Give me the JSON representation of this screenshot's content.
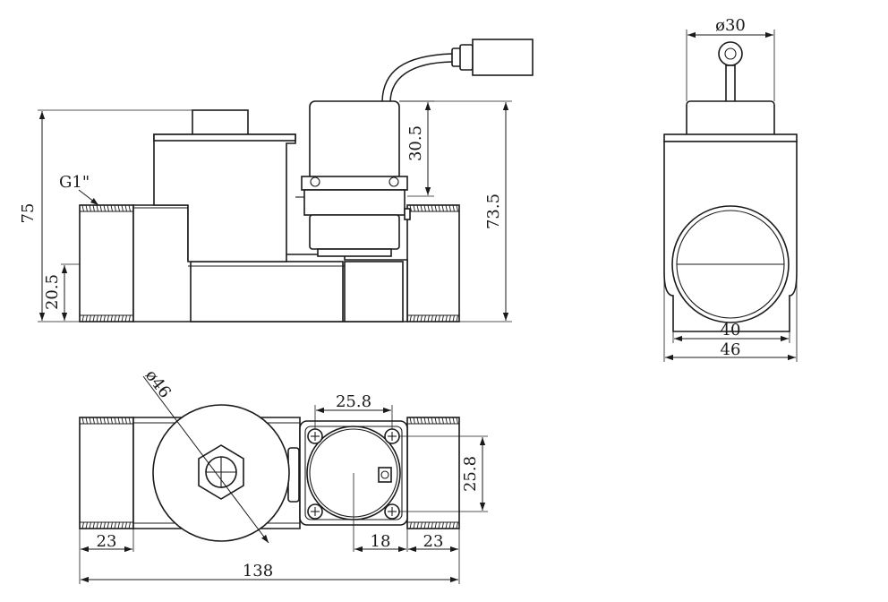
{
  "front_view": {
    "thread_label": "G1\"",
    "dim_total_height": "75",
    "dim_solenoid_height": "30.5",
    "dim_right_height": "73.5",
    "dim_port_height": "20.5"
  },
  "side_view": {
    "dim_solenoid_diameter": "ø30",
    "dim_inner_width": "40",
    "dim_outer_width": "46"
  },
  "top_view": {
    "dim_chamber_diameter": "ø46",
    "dim_screw_spacing_h": "25.8",
    "dim_screw_spacing_v": "25.8",
    "dim_left_thread": "23",
    "dim_offset": "18",
    "dim_right_thread": "23",
    "dim_total_length": "138"
  }
}
